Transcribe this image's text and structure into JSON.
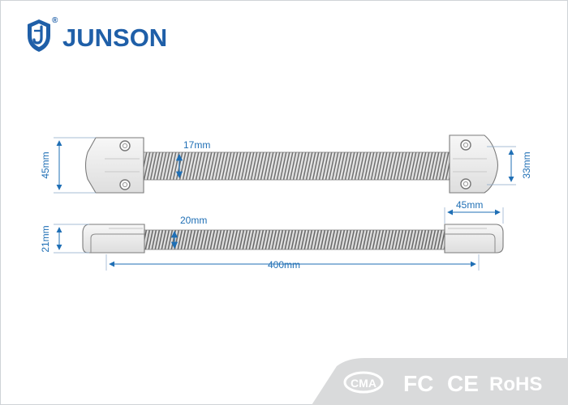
{
  "brand": {
    "name": "JUNSON",
    "registered_mark": "®",
    "color": "#1f5fa8"
  },
  "dimensions": {
    "top_view_height": "45mm",
    "top_tube_diameter": "17mm",
    "top_right_height": "33mm",
    "side_view_height": "21mm",
    "side_tube_diameter": "20mm",
    "end_length": "45mm",
    "total_length": "400mm"
  },
  "colors": {
    "dimension": "#1f6fb5",
    "metal": "#9a9a9a",
    "footer": "#d9dadb"
  },
  "certifications": [
    "CMA",
    "FC",
    "CE",
    "RoHS"
  ]
}
